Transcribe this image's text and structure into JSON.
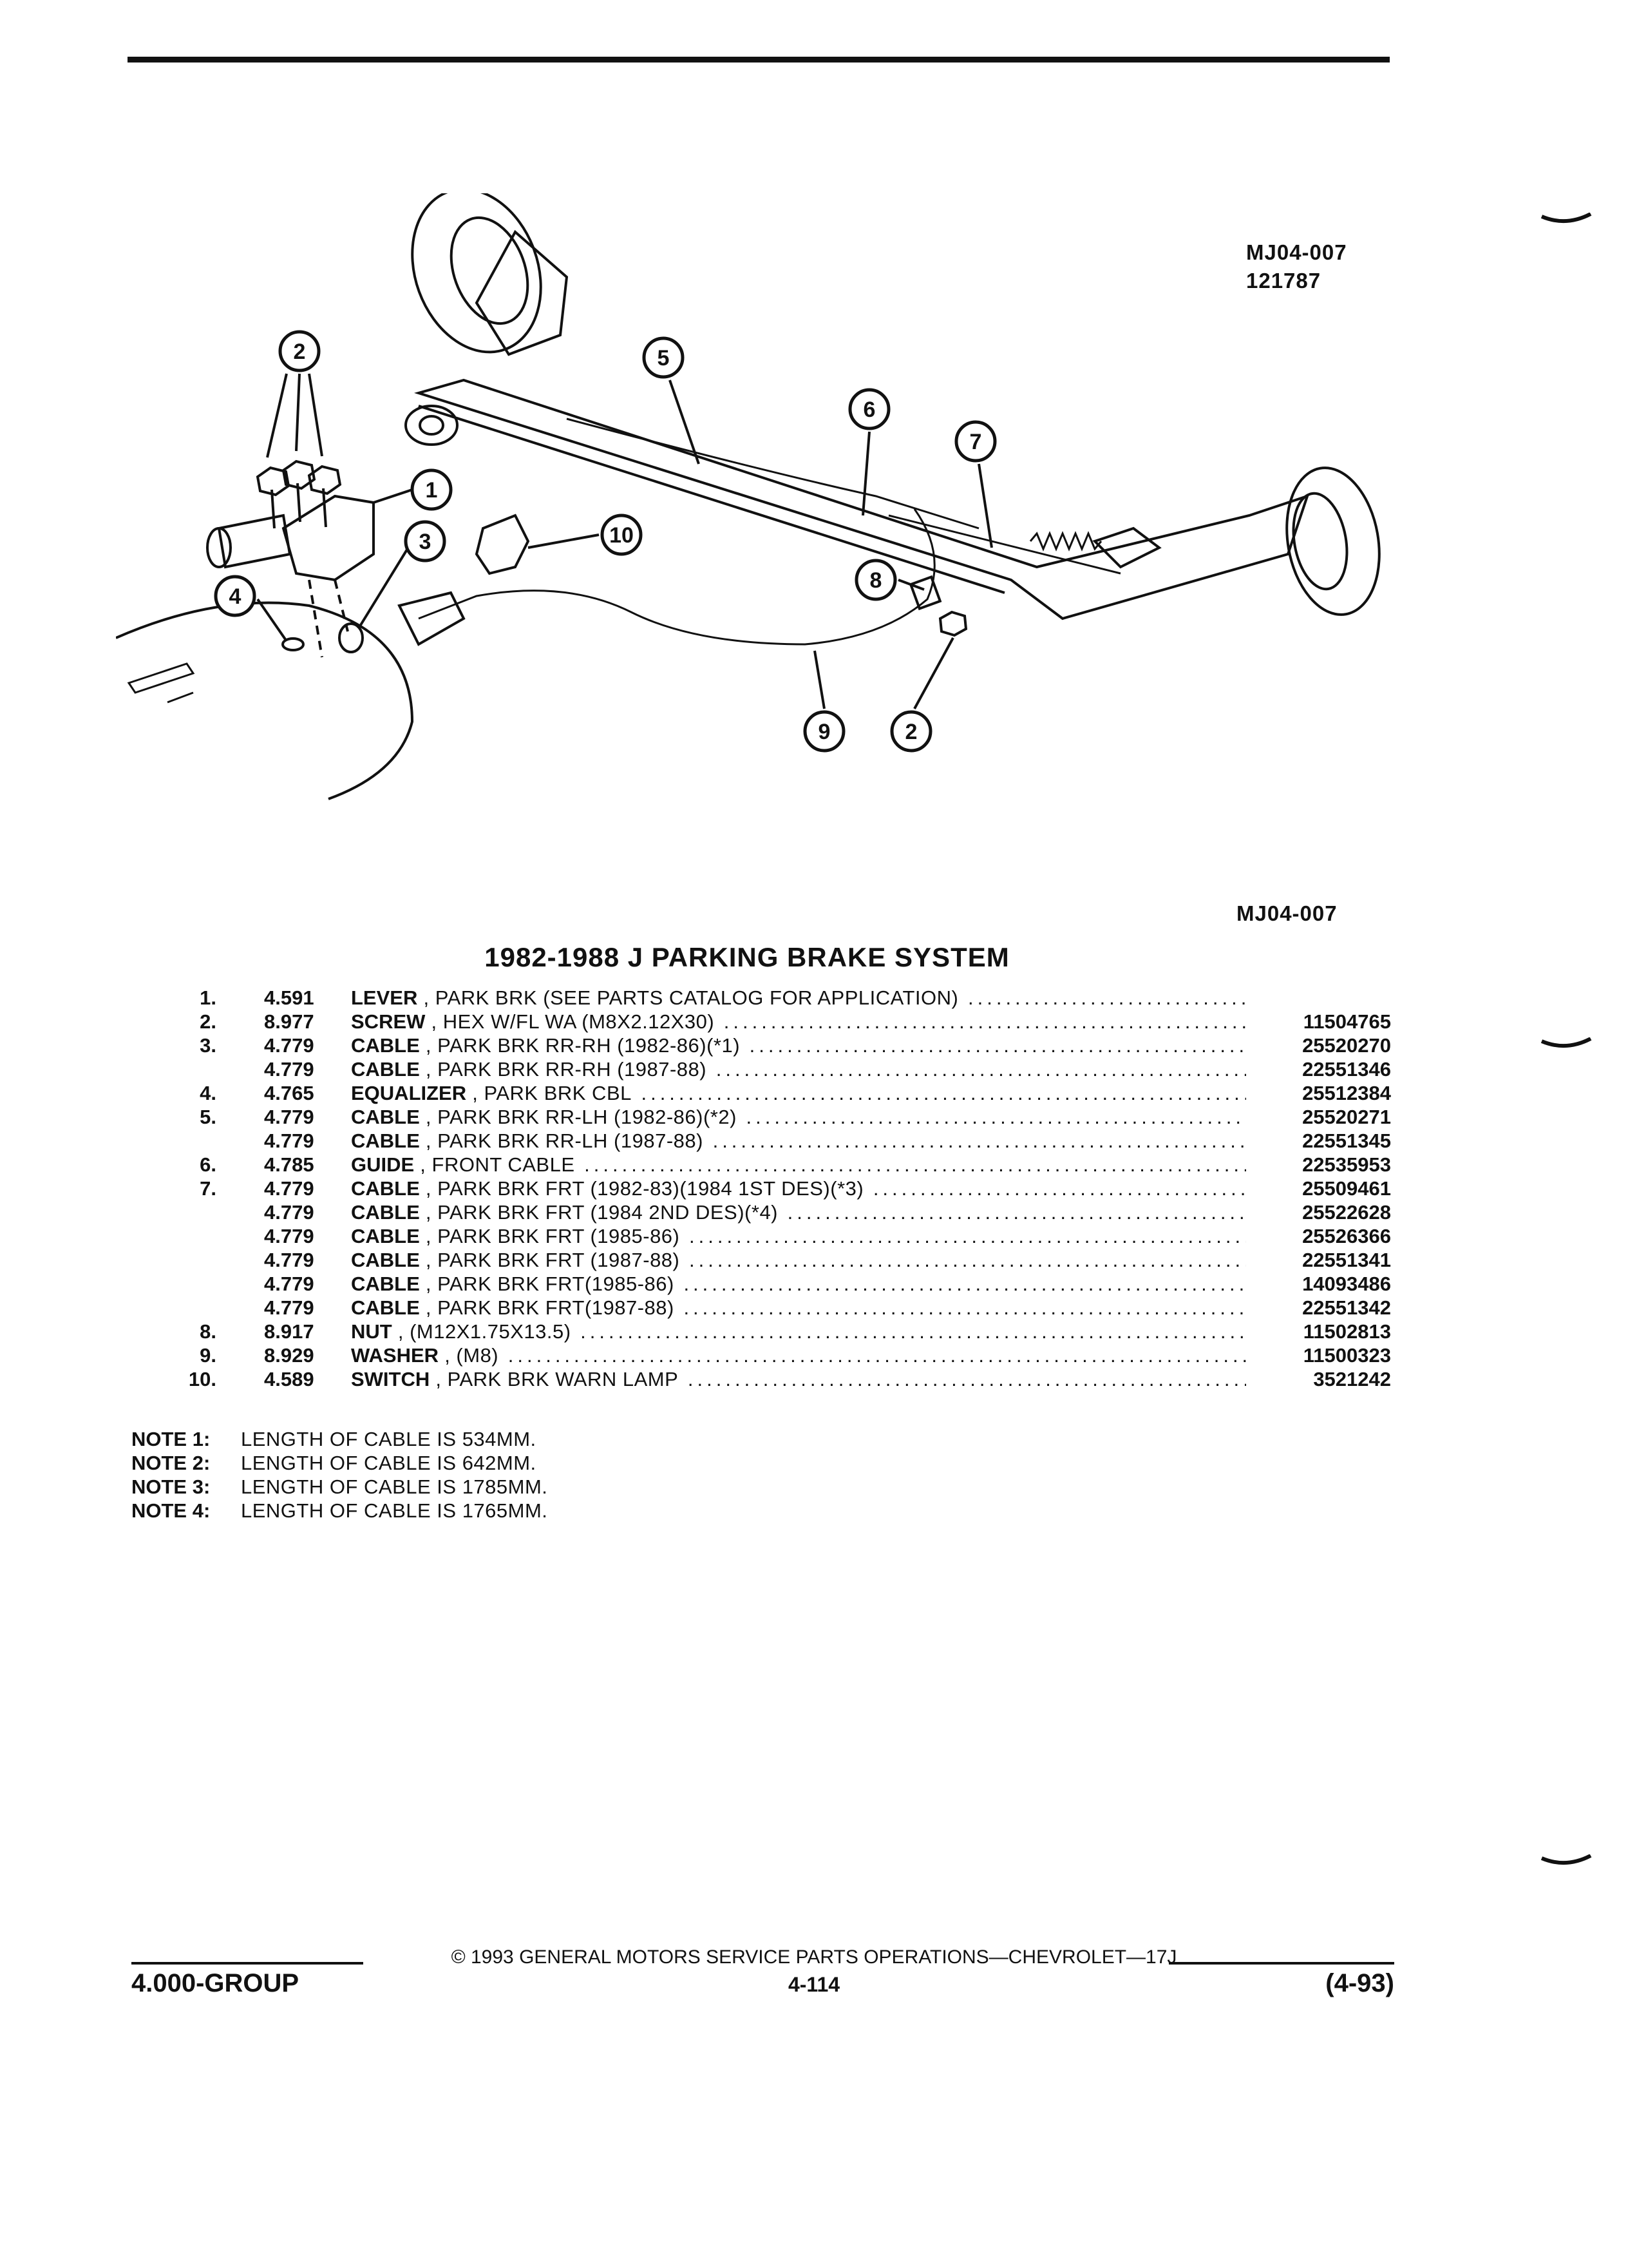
{
  "figure": {
    "code_top": "MJ04-007",
    "date_code": "121787",
    "code_bottom": "MJ04-007",
    "callouts": [
      "1",
      "2",
      "2",
      "3",
      "4",
      "5",
      "6",
      "7",
      "8",
      "9",
      "10"
    ]
  },
  "title": "1982-1988 J PARKING BRAKE SYSTEM",
  "parts": [
    {
      "num": "1.",
      "group": "4.591",
      "name": "LEVER",
      "desc": "PARK BRK (SEE PARTS CATALOG FOR APPLICATION)",
      "part_no": ""
    },
    {
      "num": "2.",
      "group": "8.977",
      "name": "SCREW",
      "desc": "HEX W/FL WA (M8X2.12X30)",
      "part_no": "11504765"
    },
    {
      "num": "3.",
      "group": "4.779",
      "name": "CABLE",
      "desc": "PARK BRK RR-RH (1982-86)(*1)",
      "part_no": "25520270"
    },
    {
      "num": "",
      "group": "4.779",
      "name": "CABLE",
      "desc": "PARK BRK RR-RH (1987-88)",
      "part_no": "22551346"
    },
    {
      "num": "4.",
      "group": "4.765",
      "name": "EQUALIZER",
      "desc": "PARK BRK CBL",
      "part_no": "25512384"
    },
    {
      "num": "5.",
      "group": "4.779",
      "name": "CABLE",
      "desc": "PARK BRK RR-LH (1982-86)(*2)",
      "part_no": "25520271"
    },
    {
      "num": "",
      "group": "4.779",
      "name": "CABLE",
      "desc": "PARK BRK RR-LH (1987-88)",
      "part_no": "22551345"
    },
    {
      "num": "6.",
      "group": "4.785",
      "name": "GUIDE",
      "desc": "FRONT CABLE",
      "part_no": "22535953"
    },
    {
      "num": "7.",
      "group": "4.779",
      "name": "CABLE",
      "desc": "PARK BRK FRT (1982-83)(1984 1ST DES)(*3)",
      "part_no": "25509461"
    },
    {
      "num": "",
      "group": "4.779",
      "name": "CABLE",
      "desc": "PARK BRK FRT (1984 2ND DES)(*4)",
      "part_no": "25522628"
    },
    {
      "num": "",
      "group": "4.779",
      "name": "CABLE",
      "desc": "PARK BRK FRT (1985-86)",
      "part_no": "25526366"
    },
    {
      "num": "",
      "group": "4.779",
      "name": "CABLE",
      "desc": "PARK BRK FRT (1987-88)",
      "part_no": "22551341"
    },
    {
      "num": "",
      "group": "4.779",
      "name": "CABLE",
      "desc": "PARK BRK FRT(1985-86)",
      "part_no": "14093486"
    },
    {
      "num": "",
      "group": "4.779",
      "name": "CABLE",
      "desc": "PARK BRK FRT(1987-88)",
      "part_no": "22551342"
    },
    {
      "num": "8.",
      "group": "8.917",
      "name": "NUT",
      "desc": "(M12X1.75X13.5)",
      "part_no": "11502813"
    },
    {
      "num": "9.",
      "group": "8.929",
      "name": "WASHER",
      "desc": "(M8)",
      "part_no": "11500323"
    },
    {
      "num": "10.",
      "group": "4.589",
      "name": "SWITCH",
      "desc": "PARK BRK WARN LAMP",
      "part_no": "3521242"
    }
  ],
  "notes": [
    {
      "label": "NOTE 1:",
      "text": "LENGTH OF CABLE IS 534MM."
    },
    {
      "label": "NOTE 2:",
      "text": "LENGTH OF CABLE IS 642MM."
    },
    {
      "label": "NOTE 3:",
      "text": "LENGTH OF CABLE IS 1785MM."
    },
    {
      "label": "NOTE 4:",
      "text": "LENGTH OF CABLE IS 1765MM."
    }
  ],
  "footer": {
    "copyright": "© 1993 GENERAL MOTORS SERVICE PARTS OPERATIONS—CHEVROLET—17J",
    "group": "4.000-GROUP",
    "page": "4-114",
    "date": "(4-93)"
  }
}
